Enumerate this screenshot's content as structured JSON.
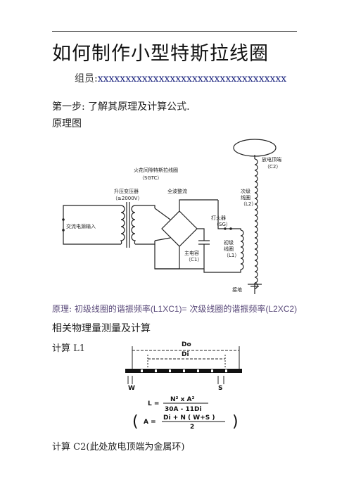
{
  "document": {
    "title": "如何制作小型特斯拉线圈",
    "members_label": "组员:",
    "members_value": "xxxxxxxxxxxxxxxxxxxxxxxxxxxxxxxxxx",
    "step1": "第一步: 了解其原理及计算公式.",
    "principle_diagram_label": "原理图",
    "principle_prefix": "原理: 初级线圈的谐振频率",
    "principle_f1": "(L1XC1)=",
    "principle_mid": " 次级线圈的谐振频率",
    "principle_f2": "(L2XC2)",
    "measure_heading": "相关物理量测量及计算",
    "calc_l1": "计算 L1",
    "calc_c2": "计算 C2(此处放电顶端为金属环)"
  },
  "circuit": {
    "title_line1": "火花间隙特斯拉线圈",
    "title_line2": "（SGTC）",
    "transformer_line1": "升压变压器",
    "transformer_line2": "（≥2000V）",
    "rectifier": "全波整流",
    "ac_input": "交流电源输入",
    "spark_line1": "打火器",
    "spark_line2": "（SG）",
    "cap_line1": "主电容",
    "cap_line2": "（C1）",
    "primary_line1": "初级",
    "primary_line2": "线圈",
    "primary_line3": "（L1）",
    "secondary_line1": "次级",
    "secondary_line2": "线圈",
    "secondary_line3": "（L2）",
    "topload_line1": "放电顶端",
    "topload_line2": "（C2）",
    "ground": "接地"
  },
  "coil_formula": {
    "do_label": "Do",
    "di_label": "Di",
    "w_label": "W",
    "s_label": "S",
    "l_eq": "L =",
    "l_num": "N² x A²",
    "l_den": "30A - 11Di",
    "a_eq": "A =",
    "a_num": "Di + N ( W+S )",
    "a_den": "2"
  }
}
